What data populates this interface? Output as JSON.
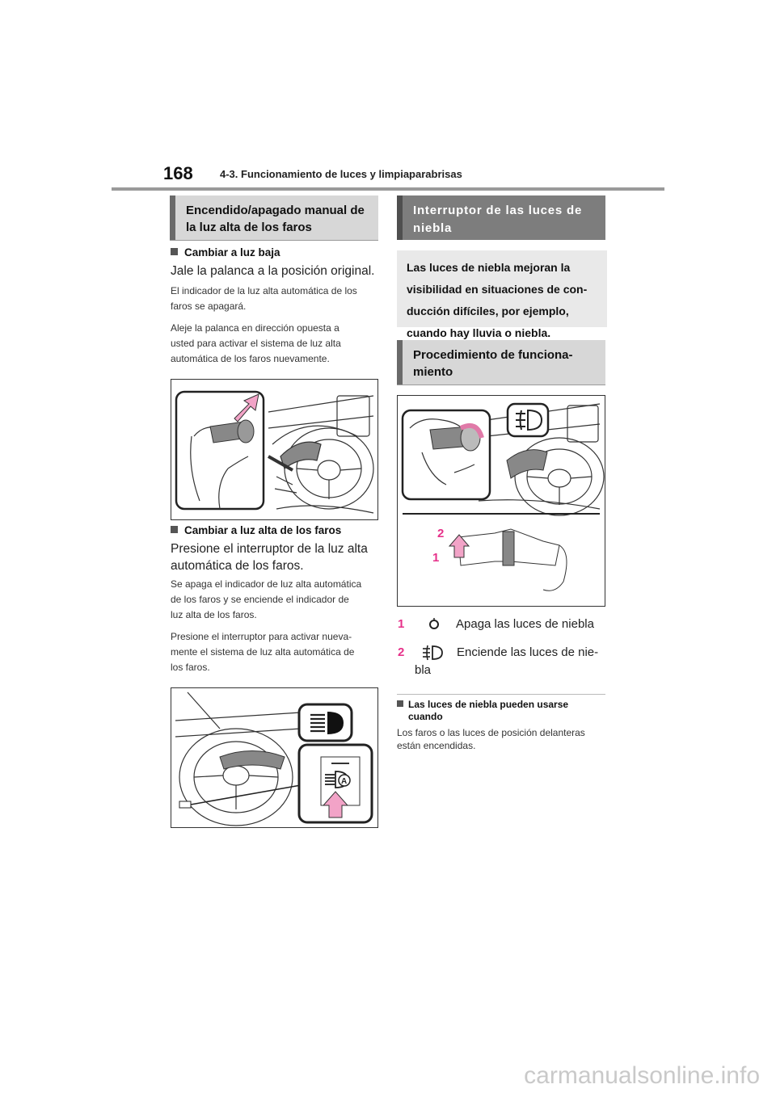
{
  "header": {
    "page_number": "168",
    "chapter": "4-3. Funcionamiento de luces y limpiaparabrisas"
  },
  "left": {
    "section_title_line1": "Encendido/apagado manual de",
    "section_title_line2": "la luz alta de los faros",
    "low": {
      "heading": "Cambiar a luz baja",
      "lead": "Jale la palanca a la posición original.",
      "p1_l1": "El indicador de la luz alta automática de los",
      "p1_l2": "faros se apagará.",
      "p2_l1": "Aleje la palanca en dirección opuesta a",
      "p2_l2": "usted para activar el sistema de luz alta",
      "p2_l3": "automática de los faros nuevamente."
    },
    "high": {
      "heading": "Cambiar a luz alta de los faros",
      "lead_l1": "Presione el interruptor de la luz alta",
      "lead_l2": "automática de los faros.",
      "p1_l1": "Se apaga el indicador de luz alta automática",
      "p1_l2": "de los faros y se enciende el indicador de",
      "p1_l3": "luz alta de los faros.",
      "p2_l1": "Presione el interruptor para activar nueva-",
      "p2_l2": "mente el sistema de luz alta automática de",
      "p2_l3": "los faros."
    }
  },
  "right": {
    "section_title_line1": "Interruptor de las luces de",
    "section_title_line2": "niebla",
    "intro_l1": "Las luces de niebla mejoran la",
    "intro_l2": "visibilidad en situaciones de con-",
    "intro_l3": "ducción difíciles, por ejemplo,",
    "intro_l4": "cuando hay lluvia o niebla.",
    "procedure_title_line1": "Procedimiento de funciona-",
    "procedure_title_line2": "miento",
    "figure_callout_1": "1",
    "figure_callout_2": "2",
    "legend": [
      {
        "number": "1",
        "icon": "fog-light-off-icon",
        "text": "Apaga las luces de niebla",
        "cont": ""
      },
      {
        "number": "2",
        "icon": "fog-light-on-icon",
        "text": "Enciende las luces de nie-",
        "cont": "bla"
      }
    ],
    "note_heading_l1": "Las luces de niebla pueden usarse",
    "note_heading_l2": "cuando",
    "note_text_l1": "Los faros o las luces de posición delanteras",
    "note_text_l2": "están encendidas."
  },
  "watermark": "carmanualsonline.info",
  "colors": {
    "accent_pink": "#e6318a",
    "header_gray": "#d7d7d7",
    "header_dark": "#7d7d7d"
  }
}
